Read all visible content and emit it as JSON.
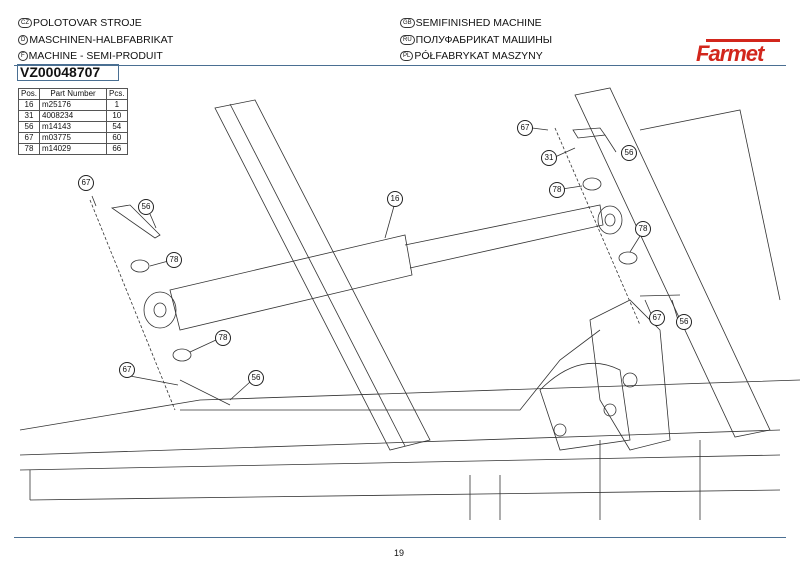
{
  "header": {
    "titles_left": [
      {
        "lang": "CZ",
        "text": "POLOTOVAR STROJE"
      },
      {
        "lang": "D",
        "text": "MASCHINEN-HALBFABRIKAT"
      },
      {
        "lang": "F",
        "text": "MACHINE - SEMI-PRODUIT"
      }
    ],
    "titles_right": [
      {
        "lang": "GB",
        "text": "SEMIFINISHED MACHINE"
      },
      {
        "lang": "RU",
        "text": "ПОЛУФАБРИКАТ МАШИНЫ"
      },
      {
        "lang": "PL",
        "text": "PÓŁFABRYKAT MASZYNY"
      }
    ],
    "logo": "Farmet",
    "brand_color": "#d2261c",
    "code": "VZ00048707"
  },
  "parts_table": {
    "columns": [
      "Pos.",
      "Part Number",
      "Pcs."
    ],
    "rows": [
      [
        "16",
        "m25176",
        "1"
      ],
      [
        "31",
        "4008234",
        "10"
      ],
      [
        "56",
        "m14143",
        "54"
      ],
      [
        "67",
        "m03775",
        "60"
      ],
      [
        "78",
        "m14029",
        "66"
      ]
    ]
  },
  "callouts": [
    "67",
    "56",
    "78",
    "16",
    "78",
    "67",
    "56",
    "67",
    "31",
    "56",
    "78",
    "78",
    "67",
    "56"
  ],
  "page_number": "19"
}
